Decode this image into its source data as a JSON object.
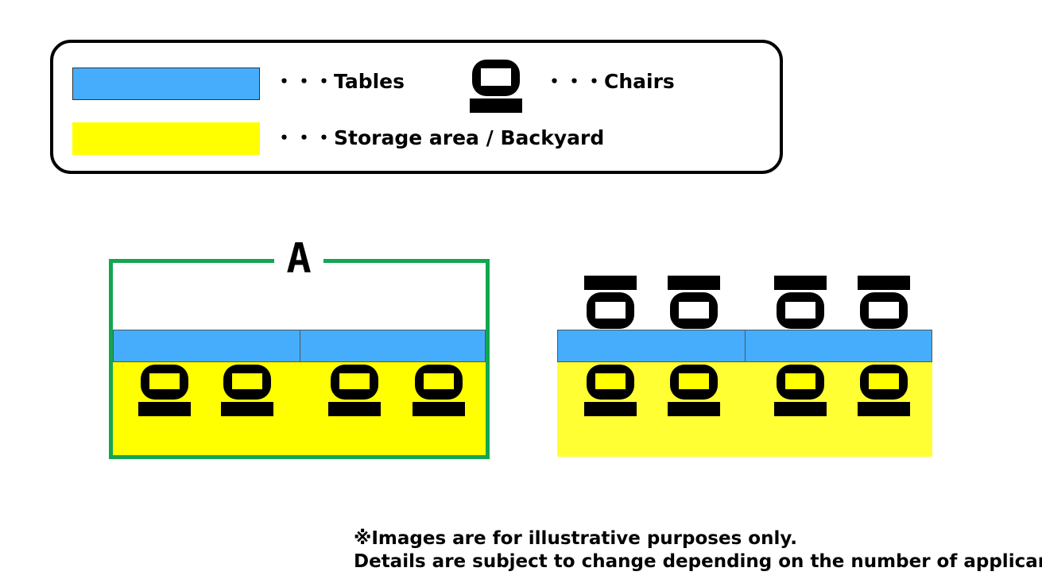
{
  "legend": {
    "tables_label": "・・・Tables",
    "chairs_label": "・・・Chairs",
    "storage_label": "・・・Storage area / Backyard"
  },
  "zone_a": {
    "label": "A"
  },
  "note": {
    "line1": "※Images are for illustrative purposes only.",
    "line2": "Details are subject to change depending on the number of applicants."
  },
  "colors": {
    "table": "#46adfc",
    "storage": "#ffff00",
    "zone_border": "#12a650",
    "chair": "#000000"
  },
  "icons": {
    "chair": "chair-icon"
  }
}
